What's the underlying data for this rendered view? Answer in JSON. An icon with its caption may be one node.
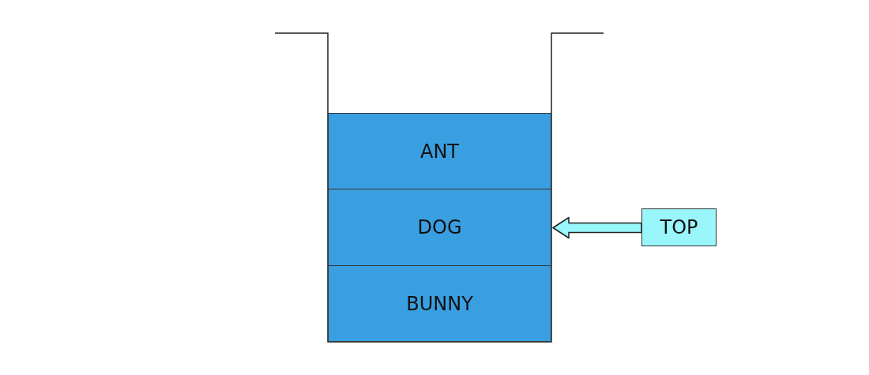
{
  "diagram": {
    "nodes": [
      {
        "text": [
          "ANT"
        ]
      },
      {
        "text": [
          "DOG"
        ]
      },
      {
        "text": [
          "BUNNY"
        ]
      },
      {
        "text": [
          "TOP"
        ]
      }
    ],
    "edges": [
      {
        "from": 3,
        "to": 1,
        "arrow": "to"
      }
    ]
  }
}
